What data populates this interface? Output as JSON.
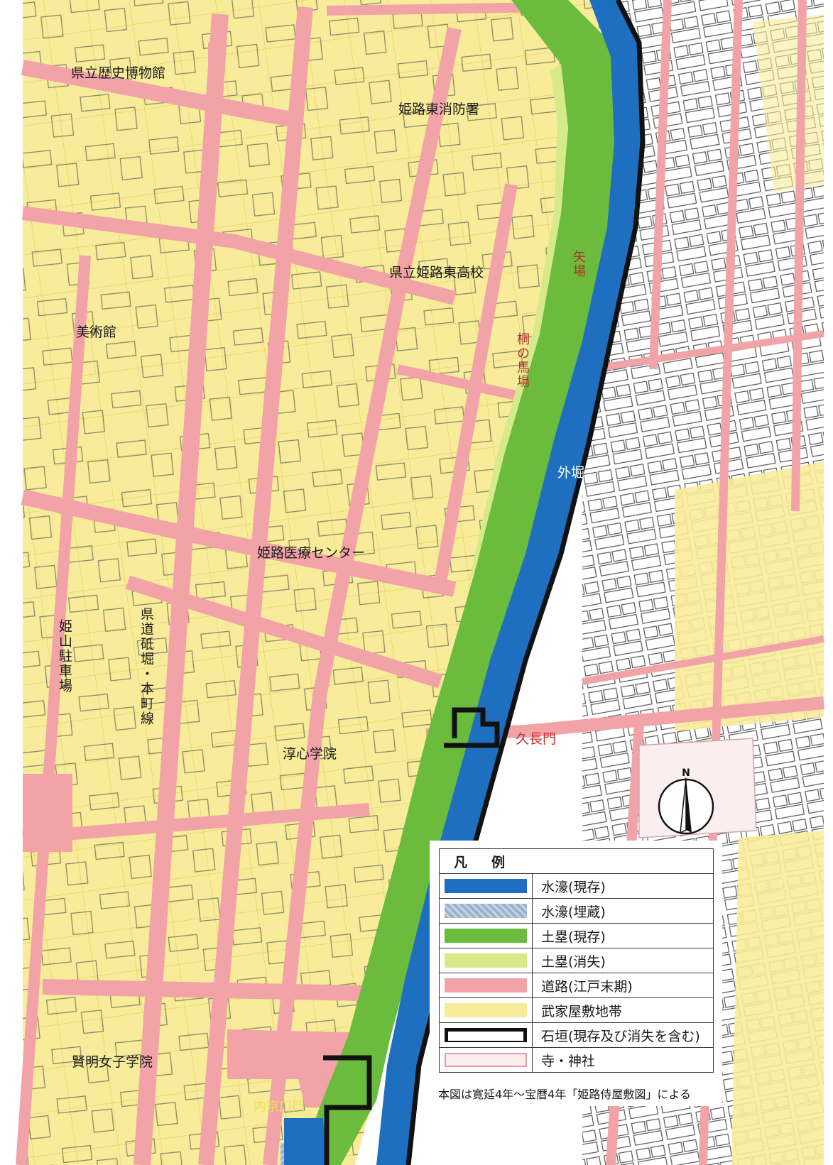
{
  "map": {
    "labels": {
      "museum": "県立歴史博物館",
      "fire_station": "姫路東消防署",
      "high_school": "県立姫路東高校",
      "art_museum": "美術館",
      "yaba": "矢場",
      "kiri_baba": "桐の馬場",
      "sotobori": "外堀",
      "medical_center": "姫路医療センター",
      "himeyama_parking": "姫山駐車場",
      "prefectural_road": "県道砥堀・本町線",
      "kyunaga_gate": "久長門",
      "junshin": "淳心学院",
      "kenmei": "賢明女子学院",
      "uchikyoguchi_gate": "内京口門"
    },
    "compass_letter": "N"
  },
  "legend": {
    "title": "凡例",
    "items": [
      {
        "text": "水濠(現存)",
        "color": "#1f6fc0",
        "style": "solid"
      },
      {
        "text": "水濠(埋蔵)",
        "color": "#9bb2cc",
        "style": "hatched"
      },
      {
        "text": "土塁(現存)",
        "color": "#6bbb3c",
        "style": "solid"
      },
      {
        "text": "土塁(消失)",
        "color": "#d6ea8a",
        "style": "solid"
      },
      {
        "text": "道路(江戸末期)",
        "color": "#f2a3a8",
        "style": "solid"
      },
      {
        "text": "武家屋敷地帯",
        "color": "#f8ec9a",
        "style": "solid"
      },
      {
        "text": "石垣(現存及び消失を含む)",
        "color": "#111111",
        "style": "wall"
      },
      {
        "text": "寺・神社",
        "color": "#fbeeee",
        "style": "outline"
      }
    ],
    "note": "本図は寛延4年〜宝暦4年「姫路侍屋敷図」による"
  }
}
